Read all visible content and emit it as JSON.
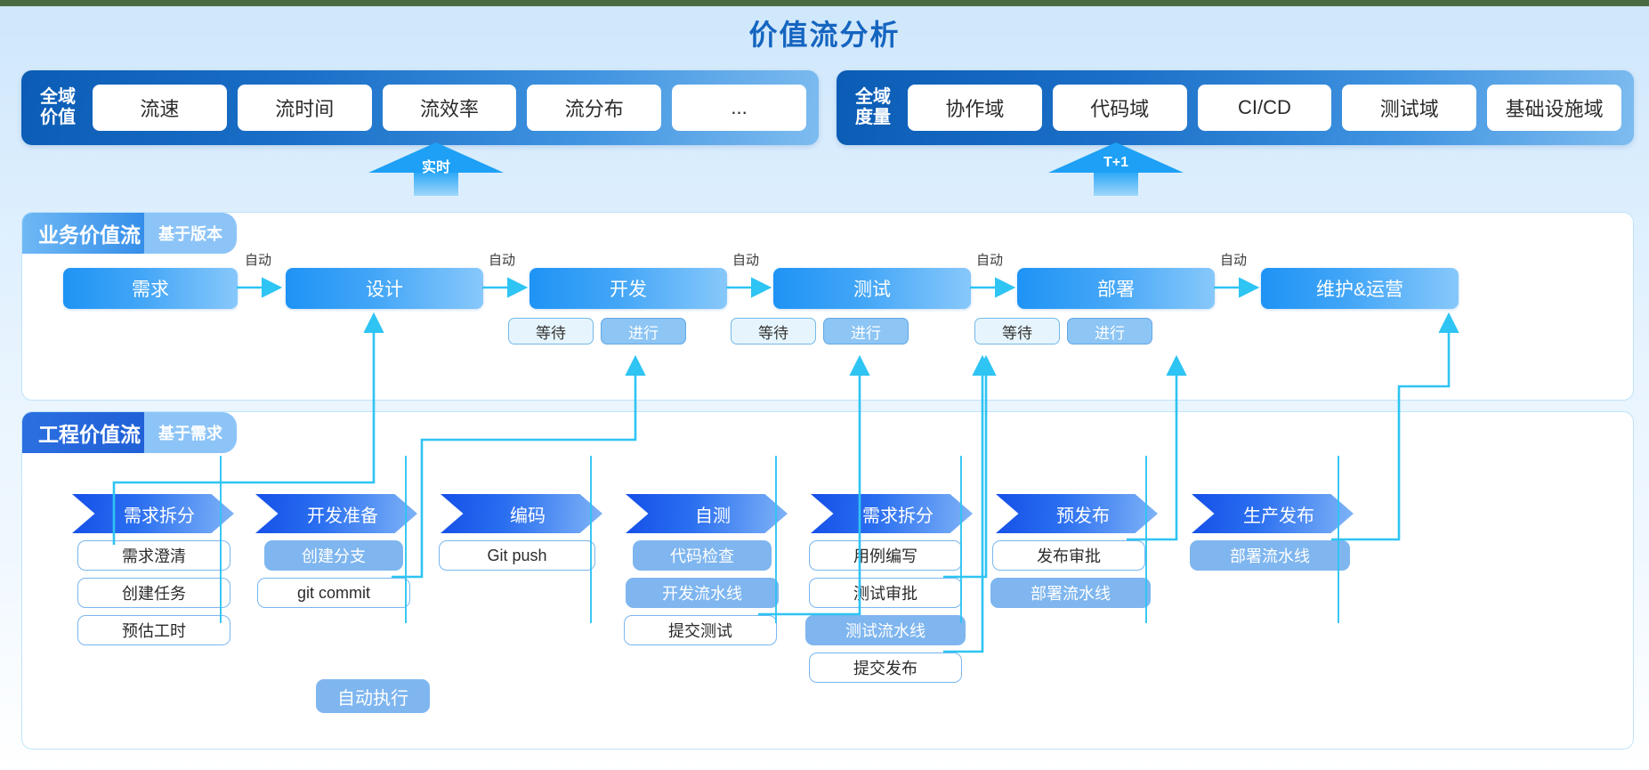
{
  "title": "价值流分析",
  "accent": {
    "deep_blue": "#1565c0",
    "line_cyan": "#2ec4f3",
    "chip_blue": "#7fb6ef"
  },
  "global_panels": [
    {
      "key": "value",
      "label": "全域\n价值",
      "label_line1": "全域",
      "label_line2": "价值",
      "chips": [
        "流速",
        "流时间",
        "流效率",
        "流分布",
        "..."
      ]
    },
    {
      "key": "metrics",
      "label_line1": "全域",
      "label_line2": "度量",
      "chips": [
        "协作域",
        "代码域",
        "CI/CD",
        "测试域",
        "基础设施域"
      ]
    }
  ],
  "up_arrows": [
    {
      "label": "实时"
    },
    {
      "label": "T+1"
    }
  ],
  "business_stream": {
    "tag_main": "业务价值流",
    "tag_sub": "基于版本",
    "edge_label": "自动",
    "stages": [
      {
        "name": "需求",
        "badges": []
      },
      {
        "name": "设计",
        "badges": []
      },
      {
        "name": "开发",
        "badges": [
          "等待",
          "进行"
        ]
      },
      {
        "name": "测试",
        "badges": [
          "等待",
          "进行"
        ]
      },
      {
        "name": "部署",
        "badges": [
          "等待",
          "进行"
        ]
      },
      {
        "name": "维护&运营",
        "badges": []
      }
    ]
  },
  "engineering_stream": {
    "tag_main": "工程价值流",
    "tag_sub": "基于需求",
    "legend": {
      "label": "自动执行"
    },
    "stages": [
      {
        "name": "需求拆分",
        "tasks": [
          {
            "label": "需求澄清",
            "auto": false
          },
          {
            "label": "创建任务",
            "auto": false
          },
          {
            "label": "预估工时",
            "auto": false
          }
        ]
      },
      {
        "name": "开发准备",
        "tasks": [
          {
            "label": "创建分支",
            "auto": true
          },
          {
            "label": "git commit",
            "auto": false
          }
        ]
      },
      {
        "name": "编码",
        "tasks": [
          {
            "label": "Git push",
            "auto": false
          }
        ]
      },
      {
        "name": "自测",
        "tasks": [
          {
            "label": "代码检查",
            "auto": true
          },
          {
            "label": "开发流水线",
            "auto": true
          },
          {
            "label": "提交测试",
            "auto": false
          }
        ]
      },
      {
        "name": "需求拆分",
        "tasks": [
          {
            "label": "用例编写",
            "auto": false
          },
          {
            "label": "测试审批",
            "auto": false
          },
          {
            "label": "测试流水线",
            "auto": true
          },
          {
            "label": "提交发布",
            "auto": false
          }
        ]
      },
      {
        "name": "预发布",
        "tasks": [
          {
            "label": "发布审批",
            "auto": false
          },
          {
            "label": "部署流水线",
            "auto": true
          }
        ]
      },
      {
        "name": "生产发布",
        "tasks": [
          {
            "label": "部署流水线",
            "auto": true
          }
        ]
      }
    ]
  }
}
